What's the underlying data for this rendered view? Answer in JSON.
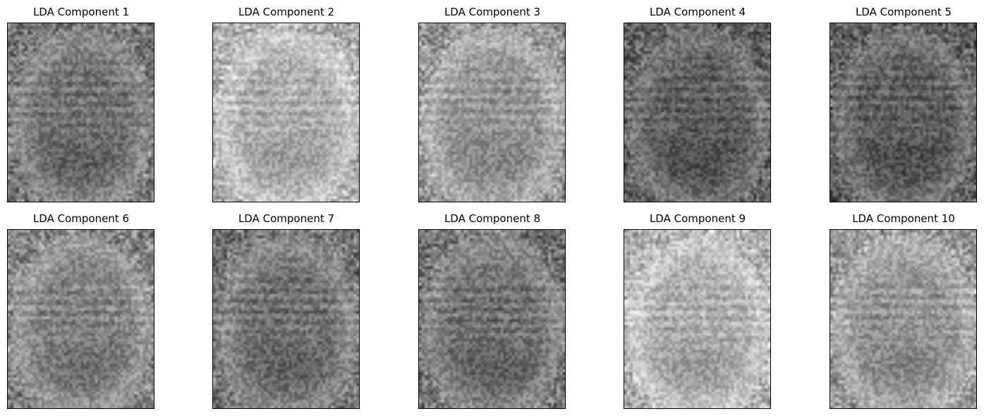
{
  "figure": {
    "panels": [
      {
        "title": "LDA Component 1",
        "tone": "mid-dark"
      },
      {
        "title": "LDA Component 2",
        "tone": "light"
      },
      {
        "title": "LDA Component 3",
        "tone": "mid-light"
      },
      {
        "title": "LDA Component 4",
        "tone": "dark"
      },
      {
        "title": "LDA Component 5",
        "tone": "dark"
      },
      {
        "title": "LDA Component 6",
        "tone": "mid"
      },
      {
        "title": "LDA Component 7",
        "tone": "mid-dark"
      },
      {
        "title": "LDA Component 8",
        "tone": "mid-dark"
      },
      {
        "title": "LDA Component 9",
        "tone": "light"
      },
      {
        "title": "LDA Component 10",
        "tone": "mid-light"
      }
    ]
  }
}
